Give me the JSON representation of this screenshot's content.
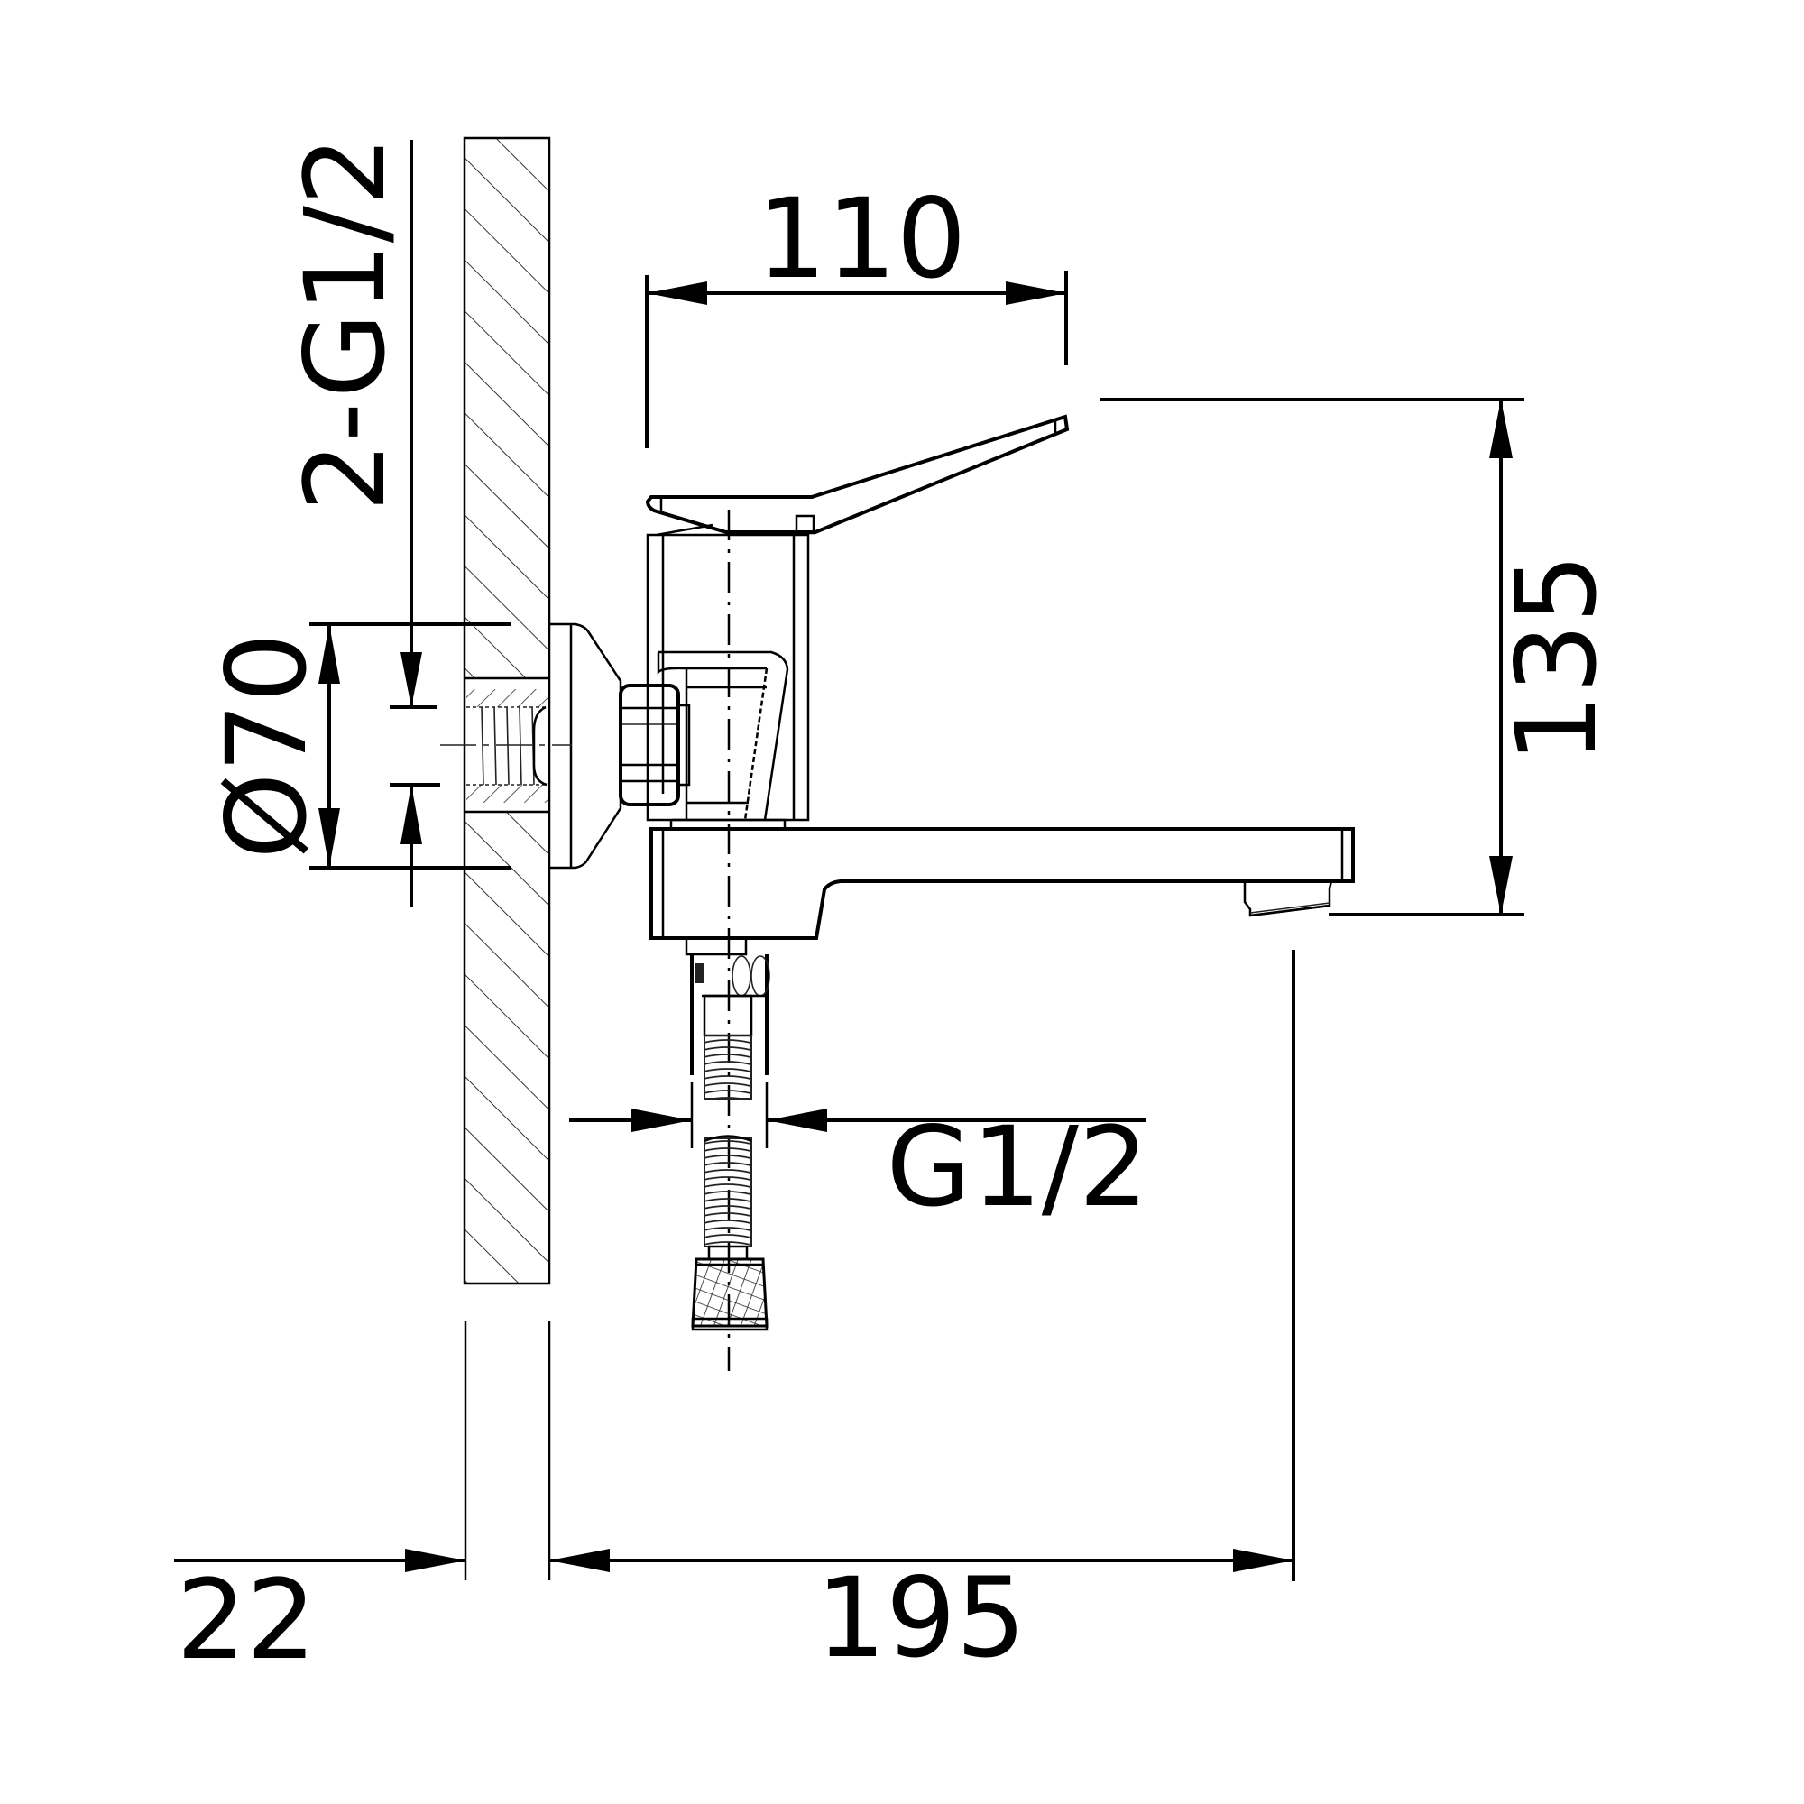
{
  "drawing": {
    "type": "technical-dimension-drawing",
    "subject": "wall-mounted single-lever mixer tap with flexible hose, side view",
    "units": "mm",
    "colors": {
      "line": "#000000",
      "background": "#ffffff",
      "hatch": "#333333"
    }
  },
  "dimensions": {
    "inlet_thread": {
      "label": "2-G1/2",
      "orientation": "vertical"
    },
    "flange_diameter": {
      "label": "Ø70",
      "orientation": "vertical"
    },
    "handle_reach": {
      "label": "110",
      "orientation": "horizontal"
    },
    "height": {
      "label": "135",
      "orientation": "vertical"
    },
    "hose_thread": {
      "label": "G1/2",
      "orientation": "horizontal"
    },
    "wall_thickness": {
      "label": "22",
      "orientation": "horizontal"
    },
    "spout_projection": {
      "label": "195",
      "orientation": "horizontal"
    }
  },
  "components": [
    {
      "name": "wall-section",
      "label": "Wall (hatched section)"
    },
    {
      "name": "inlet-fitting",
      "label": "Threaded inlet"
    },
    {
      "name": "flange",
      "label": "Wall flange"
    },
    {
      "name": "nut",
      "label": "Hex nut"
    },
    {
      "name": "body",
      "label": "Mixer body"
    },
    {
      "name": "lever-handle",
      "label": "Lever handle"
    },
    {
      "name": "spout",
      "label": "Spout"
    },
    {
      "name": "aerator",
      "label": "Aerator"
    },
    {
      "name": "hose",
      "label": "Flexible hose"
    },
    {
      "name": "hose-connector",
      "label": "Knurled hose connector"
    }
  ]
}
